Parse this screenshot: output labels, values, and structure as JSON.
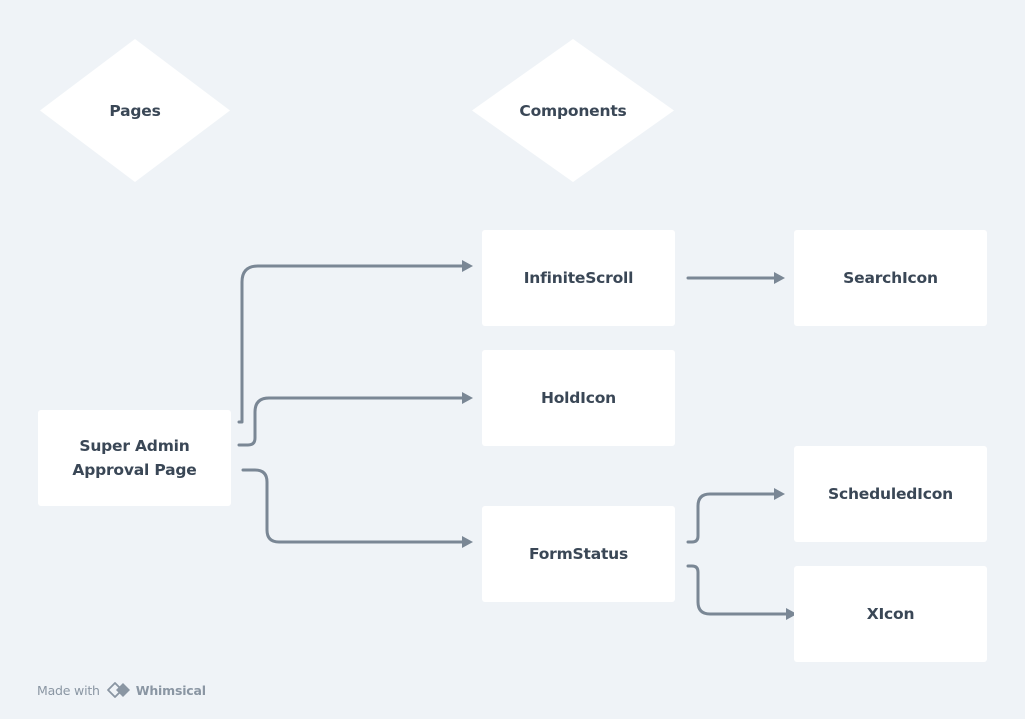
{
  "diagram": {
    "lanes": [
      {
        "id": "pages",
        "label": "Pages"
      },
      {
        "id": "components",
        "label": "Components"
      }
    ],
    "nodes": [
      {
        "id": "super-admin",
        "lines": [
          "Super Admin",
          "Approval Page"
        ]
      },
      {
        "id": "infinite-scroll",
        "lines": [
          "InfiniteScroll"
        ]
      },
      {
        "id": "hold-icon",
        "lines": [
          "HoldIcon"
        ]
      },
      {
        "id": "form-status",
        "lines": [
          "FormStatus"
        ]
      },
      {
        "id": "search-icon",
        "lines": [
          "SearchIcon"
        ]
      },
      {
        "id": "scheduled-icon",
        "lines": [
          "ScheduledIcon"
        ]
      },
      {
        "id": "x-icon",
        "lines": [
          "XIcon"
        ]
      }
    ],
    "edges": [
      {
        "from": "super-admin",
        "to": "infinite-scroll"
      },
      {
        "from": "super-admin",
        "to": "hold-icon"
      },
      {
        "from": "super-admin",
        "to": "form-status"
      },
      {
        "from": "infinite-scroll",
        "to": "search-icon"
      },
      {
        "from": "form-status",
        "to": "scheduled-icon"
      },
      {
        "from": "form-status",
        "to": "x-icon"
      }
    ],
    "colors": {
      "background": "#eff3f7",
      "node_fill": "#ffffff",
      "node_text": "#3a4756",
      "edge": "#7a8795",
      "watermark": "#8a96a3"
    }
  },
  "watermark": {
    "prefix": "Made with",
    "brand": "Whimsical",
    "icon": "whimsical-logo-icon"
  }
}
